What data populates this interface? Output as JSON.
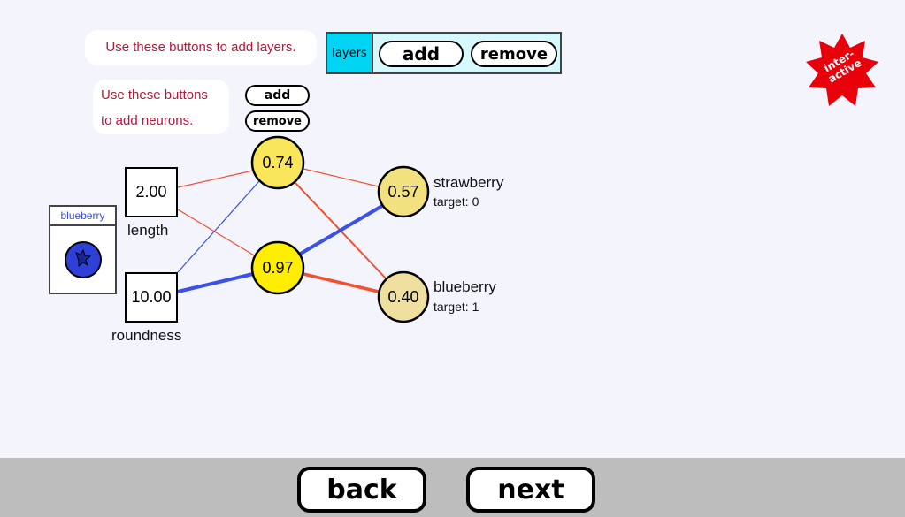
{
  "tips": {
    "layers": "Use these buttons to add layers.",
    "neurons_line1": "Use these buttons",
    "neurons_line2": "to add neurons."
  },
  "layers_panel": {
    "label": "layers",
    "add": "add",
    "remove": "remove"
  },
  "neuron_buttons": {
    "add": "add",
    "remove": "remove"
  },
  "badge": {
    "text": "inter-active"
  },
  "sample": {
    "label": "blueberry",
    "icon": "blueberry-icon"
  },
  "inputs": [
    {
      "value": "2.00",
      "label": "length"
    },
    {
      "value": "10.00",
      "label": "roundness"
    }
  ],
  "hidden": [
    {
      "value": "0.74"
    },
    {
      "value": "0.97"
    }
  ],
  "outputs": [
    {
      "value": "0.57",
      "label": "strawberry",
      "target": "target: 0"
    },
    {
      "value": "0.40",
      "label": "blueberry",
      "target": "target: 1"
    }
  ],
  "nav": {
    "back": "back",
    "next": "next"
  },
  "colors": {
    "positive": "#3a50e8",
    "negative": "#f05030",
    "hidden_high": "#ffee00",
    "hidden_mid": "#f9e65a",
    "output": "#f0e08a"
  }
}
